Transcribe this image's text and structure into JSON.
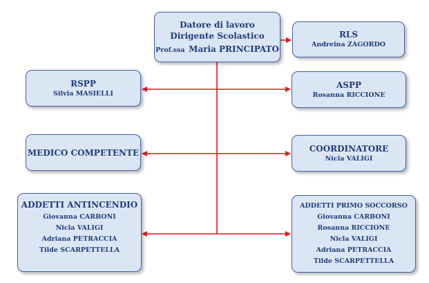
{
  "diagram": {
    "datore": {
      "line1": "Datore di lavoro",
      "line2": "Dirigente Scolastico",
      "line3_prefix": "Prof.ssa",
      "line3_name": "Maria PRINCIPATO"
    },
    "rls": {
      "title": "RLS",
      "members": [
        "Andreina ZAGORDO"
      ]
    },
    "rspp": {
      "title": "RSPP",
      "members": [
        "Silvia MASIELLI"
      ]
    },
    "aspp": {
      "title": "ASPP",
      "members": [
        "Rosanna RICCIONE"
      ]
    },
    "medico": {
      "title": "MEDICO COMPETENTE"
    },
    "coordinatore": {
      "title": "COORDINATORE",
      "members": [
        "Nicla VALIGI"
      ]
    },
    "antincendio": {
      "title": "ADDETTI ANTINCENDIO",
      "members": [
        "Giovanna CARBONI",
        "Nicla VALIGI",
        "Adriana PETRACCIA",
        "Tilde SCARPETTELLA"
      ]
    },
    "primo_soccorso": {
      "title": "ADDETTI PRIMO SOCCORSO",
      "members": [
        "Giovanna CARBONI",
        "Rosanna RICCIONE",
        "Nicla VALIGI",
        "Adriana PETRACCIA",
        "Tilde SCARPETTELLA"
      ]
    },
    "colors": {
      "box_fill": "#dbe6f5",
      "box_border": "#3e5fa6",
      "text": "#1f3b78",
      "connector": "#e8141c"
    }
  }
}
